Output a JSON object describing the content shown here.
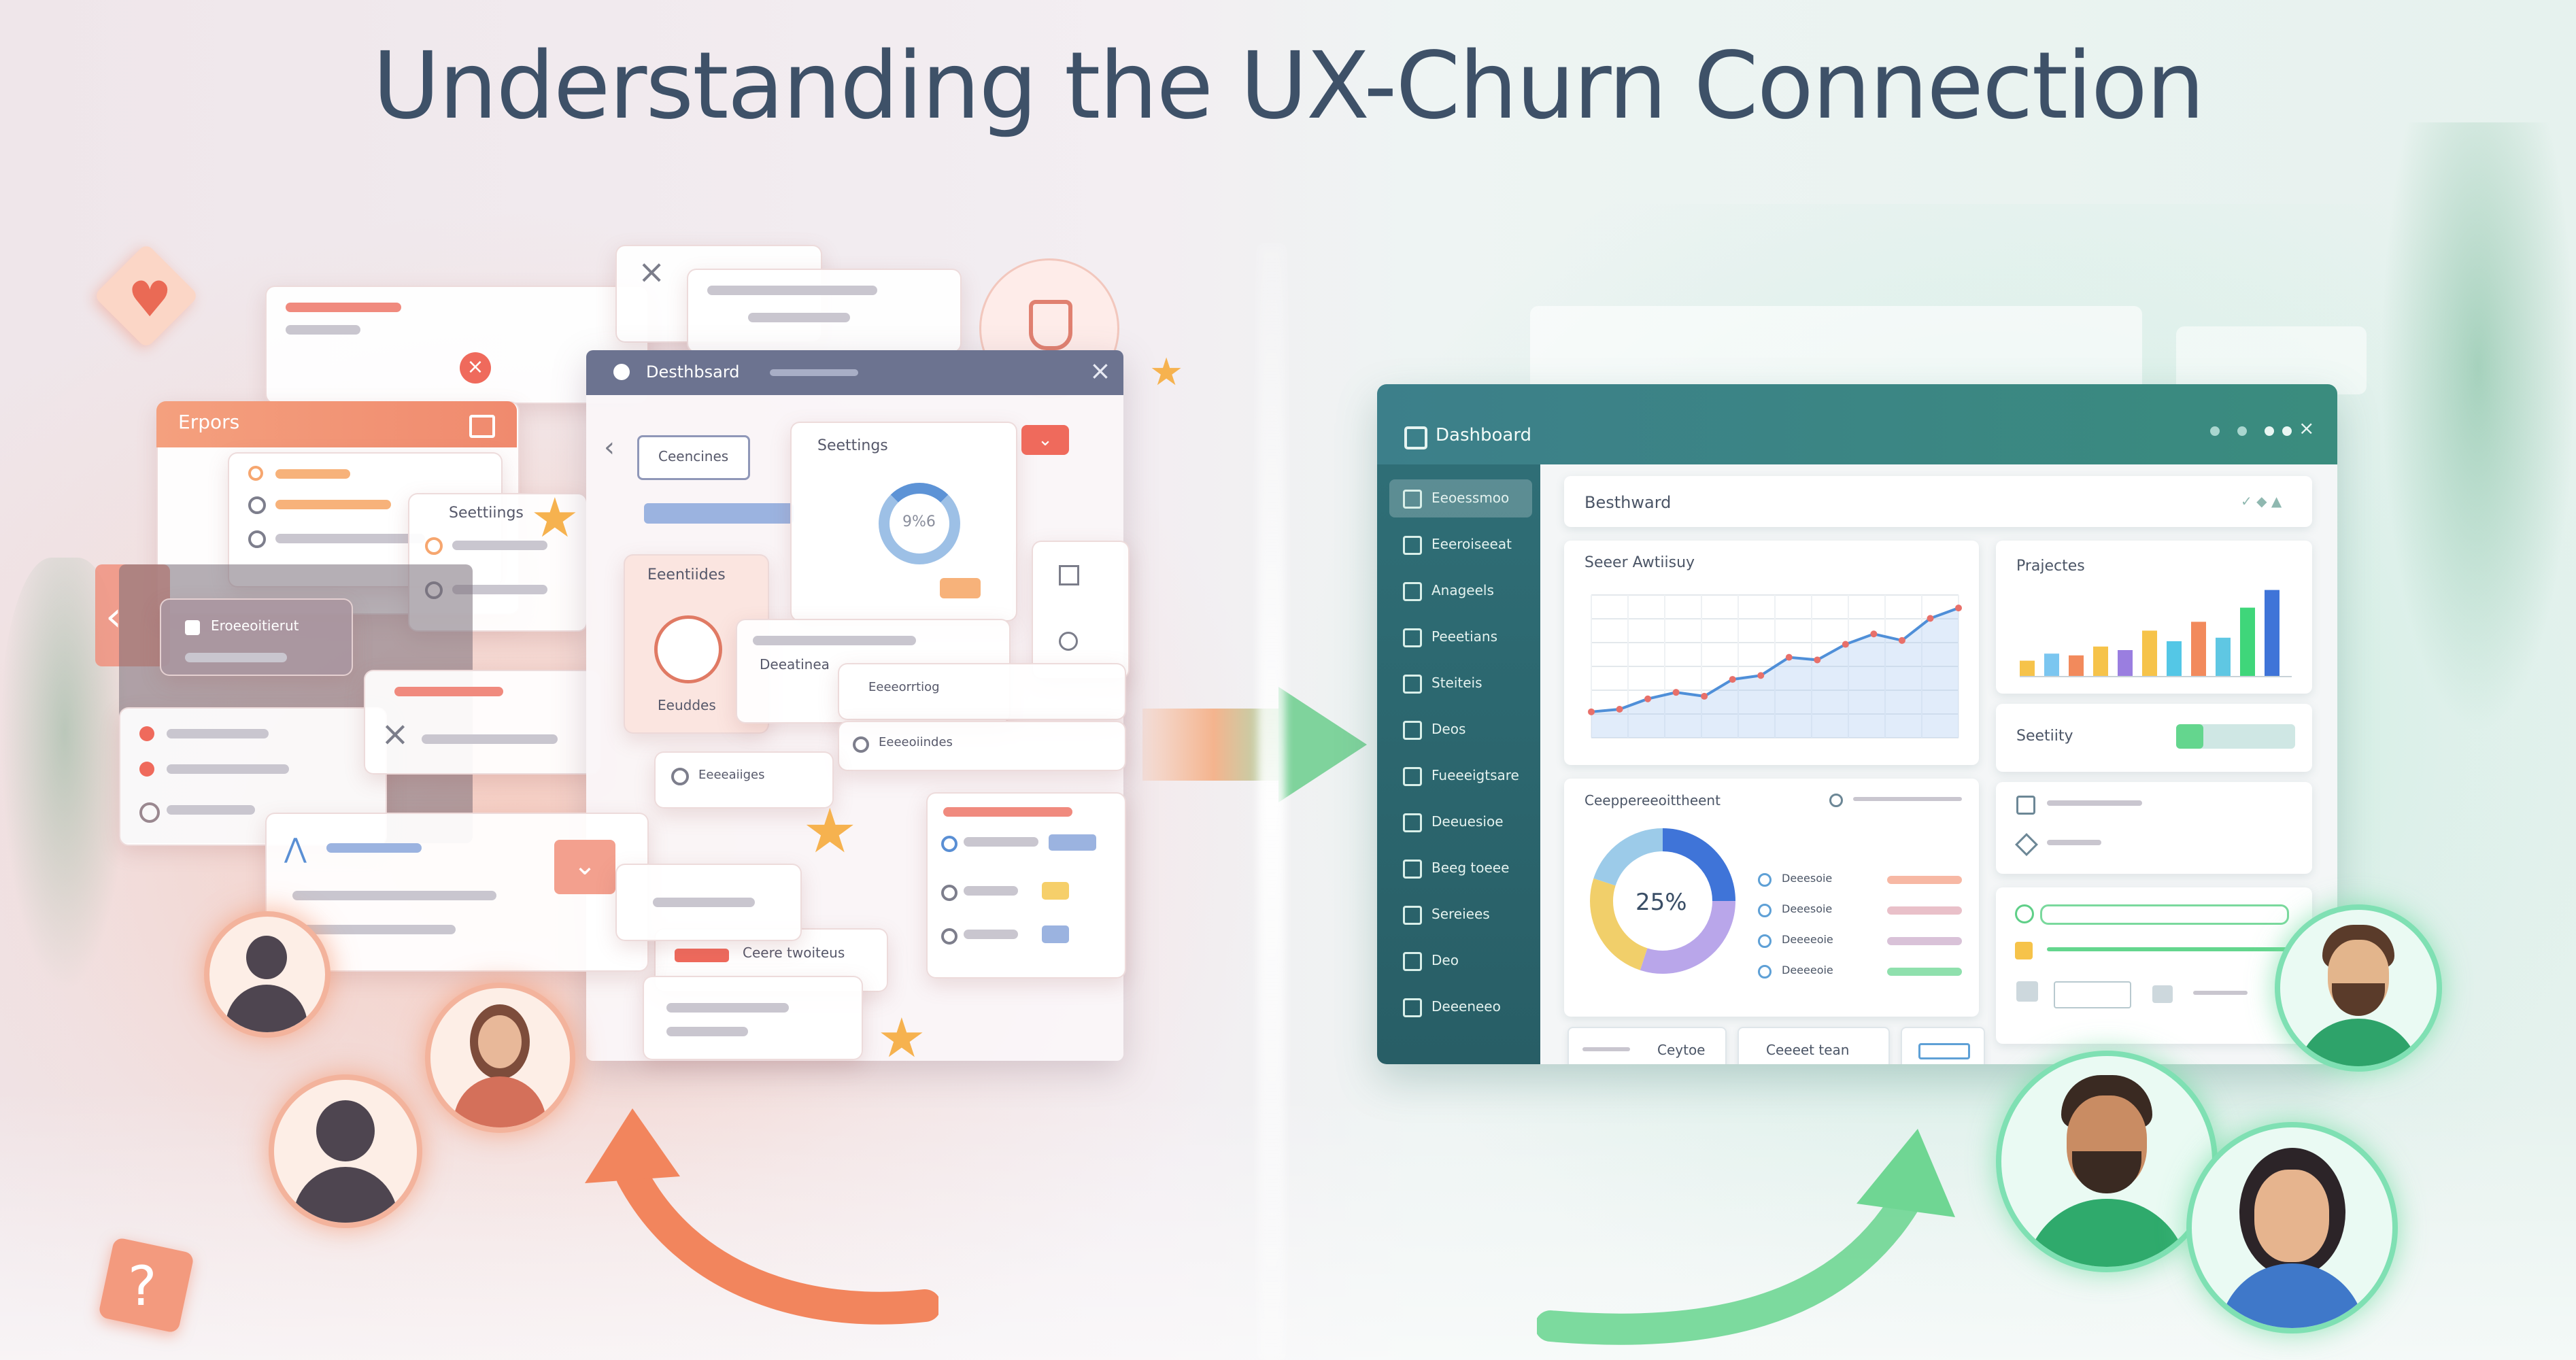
{
  "title": "Understanding the UX-Churn Connection",
  "left": {
    "orange_card_label": "Erpors",
    "settings_a": "Seettiings",
    "dashboard_window_title": "Desthbsard",
    "dashboard_button": "Ceencines",
    "settings_b": "Seettings",
    "chart_percent": "9%6",
    "profile_card_title": "Eeentiides",
    "profile_card_caption": "Eeuddes",
    "side_card_label": "Eroeeoitierut",
    "bottom_button": "Ceere twoiteus",
    "small_label_1": "Deeatinea",
    "small_label_2": "Eeeeorrtiog",
    "small_label_3": "Eeeeoiindes",
    "small_label_4": "Eeeeaiiges"
  },
  "right": {
    "window_title": "Dashboard",
    "header_title": "Besthward",
    "sidebar": [
      {
        "label": "Eeoessmoo"
      },
      {
        "label": "Eeeroiseeat"
      },
      {
        "label": "Anageels"
      },
      {
        "label": "Peeetians"
      },
      {
        "label": "Steiteis"
      },
      {
        "label": "Deos"
      },
      {
        "label": "Fueeeigtsare"
      },
      {
        "label": "Deeuesioe"
      },
      {
        "label": "Beeg toeee"
      },
      {
        "label": "Sereiees"
      },
      {
        "label": "Deo"
      },
      {
        "label": "Deeeneeo"
      }
    ],
    "sales_panel_title": "Seeer Awtiisuy",
    "projects_panel_title": "Prajectes",
    "donut_panel_title": "Ceeppereeoittheent",
    "donut_center": "25%",
    "security_label": "Seetiity",
    "legend": [
      "Deeesoie",
      "Deeesoie",
      "Deeeeoie",
      "Deeeeoie"
    ],
    "buttons": [
      "Ceytoe",
      "Ceeeet tean"
    ],
    "line_values": [
      20,
      22,
      30,
      35,
      32,
      45,
      48,
      62,
      60,
      72,
      80,
      75,
      92,
      100
    ],
    "bar_values": [
      18,
      26,
      24,
      34,
      30,
      52,
      40,
      62,
      44,
      78,
      98
    ],
    "bar_colors": [
      "#f6c34a",
      "#7bc6f0",
      "#f28a5c",
      "#f6c34a",
      "#9a7ee0",
      "#f6c34a",
      "#54c7e6",
      "#f28a5c",
      "#5fc7e3",
      "#3fd67a",
      "#3f74d8"
    ],
    "donut_segments": [
      {
        "value": 25,
        "color": "#3f74d8"
      },
      {
        "value": 30,
        "color": "#b9a6ea"
      },
      {
        "value": 25,
        "color": "#f1cf6a"
      },
      {
        "value": 20,
        "color": "#9ccbe9"
      }
    ]
  },
  "colors": {
    "title": "#3e5168",
    "left_accent": "#f08a7e",
    "right_accent": "#3a8c7e"
  }
}
